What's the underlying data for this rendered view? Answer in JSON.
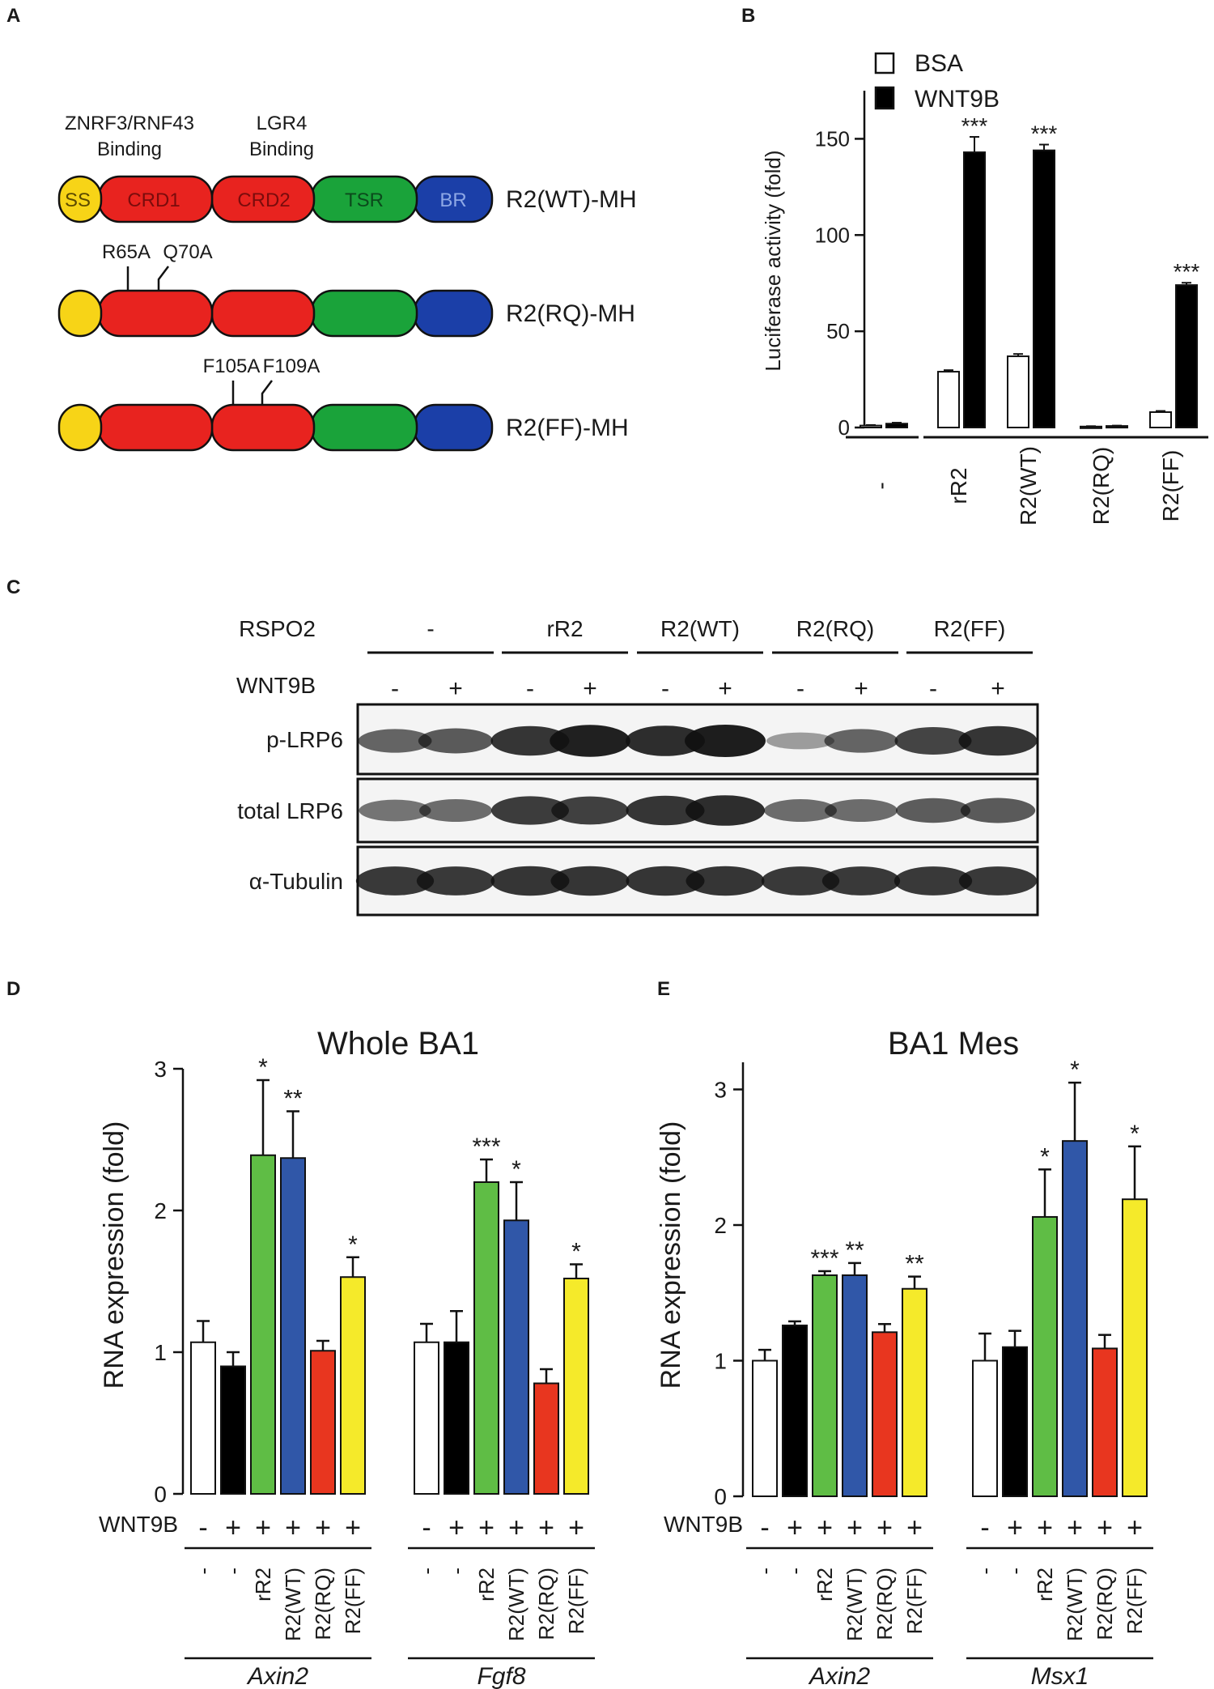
{
  "panels": {
    "A": "A",
    "B": "B",
    "C": "C",
    "D": "D",
    "E": "E"
  },
  "domains": {
    "binding1": [
      "ZNRF3/RNF43",
      "Binding"
    ],
    "binding2": [
      "LGR4",
      "Binding"
    ],
    "labels": [
      "SS",
      "CRD1",
      "CRD2",
      "TSR",
      "BR"
    ],
    "constructs": [
      {
        "name": "R2(WT)-MH",
        "mutations": []
      },
      {
        "name": "R2(RQ)-MH",
        "mutations": [
          "R65A",
          "Q70A"
        ]
      },
      {
        "name": "R2(FF)-MH",
        "mutations": [
          "F105A",
          "F109A"
        ]
      }
    ],
    "colors": {
      "SS": "#f7d417",
      "CRD": "#e8231f",
      "TSR": "#1aa33a",
      "BR": "#1b3fa8"
    }
  },
  "western": {
    "rspo2_label": "RSPO2",
    "wnt9b_label": "WNT9B",
    "groups": [
      "-",
      "rR2",
      "R2(WT)",
      "R2(RQ)",
      "R2(FF)"
    ],
    "wnt9b_signs": [
      "-",
      "+",
      "-",
      "+",
      "-",
      "+",
      "-",
      "+",
      "-",
      "+"
    ],
    "blots": [
      "p-LRP6",
      "total LRP6",
      "α-Tubulin"
    ]
  },
  "chart_data": [
    {
      "type": "bar",
      "panel": "B",
      "ylabel": "Luciferase activity (fold)",
      "ylim": [
        0,
        175
      ],
      "yticks": [
        0,
        50,
        100,
        150
      ],
      "categories": [
        "-",
        "rR2",
        "R2(WT)",
        "R2(RQ)",
        "R2(FF)"
      ],
      "legend": [
        "BSA",
        "WNT9B"
      ],
      "series": [
        {
          "name": "BSA",
          "color": "#ffffff",
          "values": [
            1,
            29,
            37,
            0.5,
            8
          ],
          "errors": [
            0.3,
            0.8,
            1.2,
            0.2,
            0.6
          ]
        },
        {
          "name": "WNT9B",
          "color": "#000000",
          "values": [
            2,
            143,
            144,
            0.8,
            74
          ],
          "errors": [
            0.5,
            8,
            3,
            0.2,
            1.2
          ]
        }
      ],
      "significance": [
        "",
        "***",
        "***",
        "",
        "***"
      ]
    },
    {
      "type": "bar",
      "panel": "D",
      "title": "Whole BA1",
      "ylabel": "RNA expression (fold)",
      "ylim": [
        0,
        3
      ],
      "yticks": [
        0,
        1,
        2,
        3
      ],
      "row_label": "WNT9B",
      "groups": [
        {
          "gene": "Axin2",
          "conditions": [
            "-",
            "-",
            "rR2",
            "R2(WT)",
            "R2(RQ)",
            "R2(FF)"
          ],
          "wnt9b": [
            "-",
            "+",
            "+",
            "+",
            "+",
            "+"
          ],
          "values": [
            1.07,
            0.9,
            2.39,
            2.37,
            1.01,
            1.53
          ],
          "errors": [
            0.15,
            0.1,
            0.53,
            0.33,
            0.07,
            0.14
          ],
          "significance": [
            "",
            "",
            "*",
            "**",
            "",
            "*"
          ]
        },
        {
          "gene": "Fgf8",
          "conditions": [
            "-",
            "-",
            "rR2",
            "R2(WT)",
            "R2(RQ)",
            "R2(FF)"
          ],
          "wnt9b": [
            "-",
            "+",
            "+",
            "+",
            "+",
            "+"
          ],
          "values": [
            1.07,
            1.07,
            2.2,
            1.93,
            0.78,
            1.52
          ],
          "errors": [
            0.13,
            0.22,
            0.16,
            0.27,
            0.1,
            0.1
          ],
          "significance": [
            "",
            "",
            "***",
            "*",
            "",
            "*"
          ]
        }
      ],
      "bar_colors": [
        "#ffffff",
        "#000000",
        "#5fbd45",
        "#3057a8",
        "#e8361f",
        "#f5ea2a"
      ]
    },
    {
      "type": "bar",
      "panel": "E",
      "title": "BA1 Mes",
      "ylabel": "RNA expression (fold)",
      "ylim": [
        0,
        3.2
      ],
      "yticks": [
        0,
        1,
        2,
        3
      ],
      "row_label": "WNT9B",
      "groups": [
        {
          "gene": "Axin2",
          "conditions": [
            "-",
            "-",
            "rR2",
            "R2(WT)",
            "R2(RQ)",
            "R2(FF)"
          ],
          "wnt9b": [
            "-",
            "+",
            "+",
            "+",
            "+",
            "+"
          ],
          "values": [
            1.0,
            1.26,
            1.63,
            1.63,
            1.21,
            1.53
          ],
          "errors": [
            0.08,
            0.03,
            0.03,
            0.09,
            0.06,
            0.09
          ],
          "significance": [
            "",
            "",
            "***",
            "**",
            "",
            "**"
          ]
        },
        {
          "gene": "Msx1",
          "conditions": [
            "-",
            "-",
            "rR2",
            "R2(WT)",
            "R2(RQ)",
            "R2(FF)"
          ],
          "wnt9b": [
            "-",
            "+",
            "+",
            "+",
            "+",
            "+"
          ],
          "values": [
            1.0,
            1.1,
            2.06,
            2.62,
            1.09,
            2.19
          ],
          "errors": [
            0.2,
            0.12,
            0.35,
            0.43,
            0.1,
            0.39
          ],
          "significance": [
            "",
            "",
            "*",
            "*",
            "",
            "*"
          ]
        }
      ],
      "bar_colors": [
        "#ffffff",
        "#000000",
        "#5fbd45",
        "#3057a8",
        "#e8361f",
        "#f5ea2a"
      ]
    }
  ]
}
